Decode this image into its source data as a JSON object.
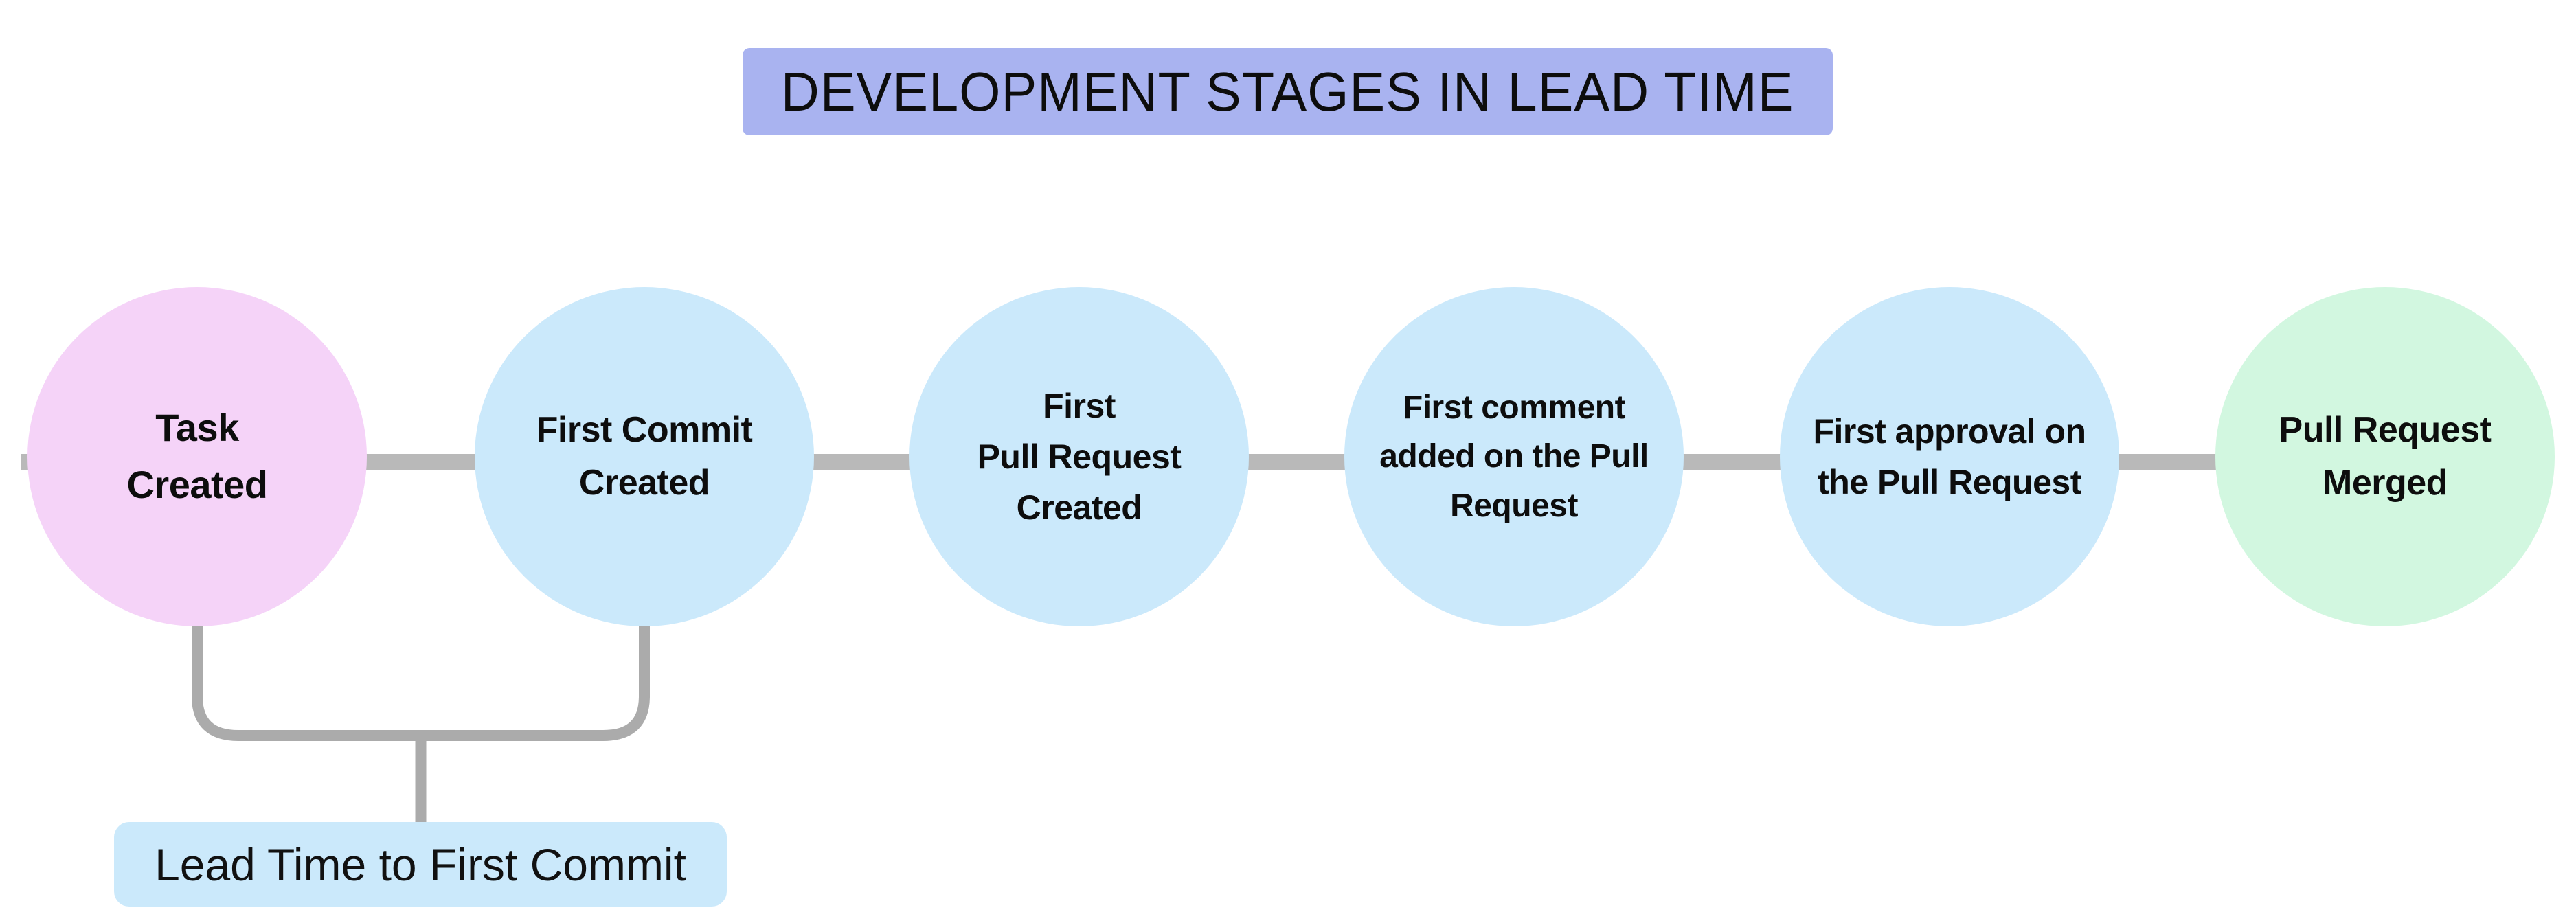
{
  "title": {
    "text": "DEVELOPMENT STAGES IN LEAD TIME",
    "bg_color": "#a9b3f0"
  },
  "stages": [
    {
      "id": "task-created",
      "lines": [
        "Task",
        "Created"
      ],
      "color": "#f5d3f8"
    },
    {
      "id": "first-commit-created",
      "lines": [
        "First Commit",
        "Created"
      ],
      "color": "#cbe9fb"
    },
    {
      "id": "first-pull-request-created",
      "lines": [
        "First",
        "Pull Request",
        "Created"
      ],
      "color": "#cbe9fb"
    },
    {
      "id": "first-comment-added",
      "lines": [
        "First comment",
        "added on the Pull",
        "Request"
      ],
      "color": "#cbe9fb"
    },
    {
      "id": "first-approval",
      "lines": [
        "First approval on",
        "the Pull Request"
      ],
      "color": "#cbe9fb"
    },
    {
      "id": "pull-request-merged",
      "lines": [
        "Pull Request",
        "Merged"
      ],
      "color": "#d2f7e0"
    }
  ],
  "annotation": {
    "text": "Lead Time to First Commit",
    "bg_color": "#cbe9fb"
  },
  "connector": {
    "color": "#b9b9b9"
  },
  "bracket": {
    "color": "#ababab"
  }
}
